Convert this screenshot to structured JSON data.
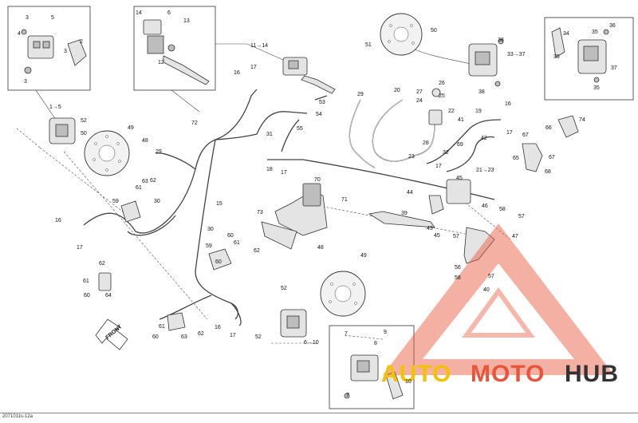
{
  "diagram": {
    "callouts": {
      "c_3a": "3",
      "c_5a": "5",
      "c_4a": "4",
      "c_2a": "2",
      "c_3b": "3",
      "c_3c": "3",
      "c_14a": "14",
      "c_6a": "6",
      "c_13a": "13",
      "c_12a": "12",
      "c_11_14": "11→14",
      "c_51": "51",
      "c_50": "50",
      "c_38a": "38",
      "c_33_37": "33→37",
      "c_38b": "38",
      "c_34": "34",
      "c_35a": "35",
      "c_35b": "35",
      "c_35c": "35",
      "c_36": "36",
      "c_37": "37",
      "c_1_5": "1→5",
      "c_52a": "52",
      "c_50b": "50",
      "c_49a": "49",
      "c_48a": "48",
      "c_72": "72",
      "c_17a": "17",
      "c_16a": "16",
      "c_53": "53",
      "c_54": "54",
      "c_55": "55",
      "c_31": "31",
      "c_29a": "29",
      "c_20": "20",
      "c_26": "26",
      "c_27": "27",
      "c_24": "24",
      "c_25": "25",
      "c_22": "22",
      "c_28": "28",
      "c_23": "23",
      "c_19": "19",
      "c_16b": "16",
      "c_41": "41",
      "c_42": "42",
      "c_17b": "17",
      "c_69": "69",
      "c_32": "32",
      "c_17c": "17",
      "c_21_23": "21→23",
      "c_45": "45",
      "c_67a": "67",
      "c_66": "66",
      "c_67b": "67",
      "c_65": "65",
      "c_68": "68",
      "c_74": "74",
      "c_18": "18",
      "c_17d": "17",
      "c_29b": "29",
      "c_63": "63",
      "c_61a": "61",
      "c_62a": "62",
      "c_59": "59",
      "c_30a": "30",
      "c_15": "15",
      "c_70": "70",
      "c_71": "71",
      "c_73": "73",
      "c_44": "44",
      "c_39": "39",
      "c_43": "43",
      "c_45b": "45",
      "c_46": "46",
      "c_58a": "58",
      "c_57a": "57",
      "c_57b": "57",
      "c_47": "47",
      "c_56": "56",
      "c_58b": "58",
      "c_57c": "57",
      "c_40": "40",
      "c_16c": "16",
      "c_17e": "17",
      "c_62b": "62",
      "c_60a": "60",
      "c_61b": "61",
      "c_30b": "30",
      "c_60b": "60",
      "c_61c": "61",
      "c_59b": "59",
      "c_62c": "62",
      "c_60c": "60",
      "c_64": "64",
      "c_48b": "48",
      "c_49b": "49",
      "c_52b": "52",
      "c_61d": "61",
      "c_60d": "60",
      "c_63b": "63",
      "c_62d": "62",
      "c_16d": "16",
      "c_17f": "17",
      "c_52c": "52",
      "c_6_10": "6→10",
      "c_7a": "7",
      "c_9": "9",
      "c_8": "8",
      "c_10": "10",
      "c_7b": "7",
      "c_front": "FRONT"
    },
    "footer_code": "2071011s-12a"
  },
  "watermark": {
    "word_a": "AUTO",
    "word_b": "MOTO",
    "word_c": "HUB",
    "color_a": "#f2c200",
    "color_b": "#e8553a",
    "color_c": "#333333",
    "logo_color": "#e8553a"
  }
}
